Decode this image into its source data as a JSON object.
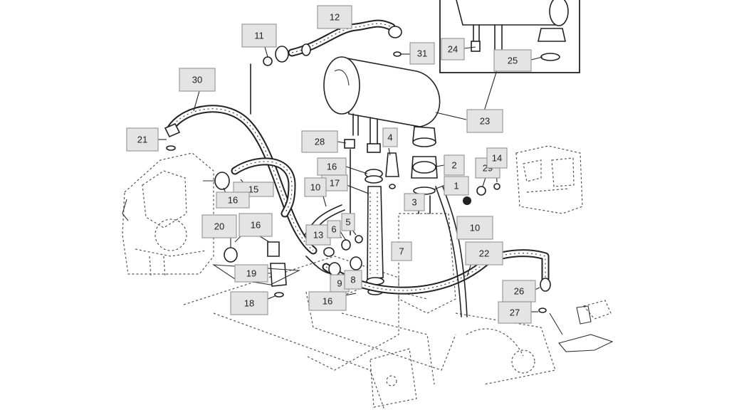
{
  "callouts": [
    {
      "id": "c1",
      "label": "1"
    },
    {
      "id": "c2",
      "label": "2"
    },
    {
      "id": "c3",
      "label": "3"
    },
    {
      "id": "c4",
      "label": "4"
    },
    {
      "id": "c5",
      "label": "5"
    },
    {
      "id": "c6",
      "label": "6"
    },
    {
      "id": "c7",
      "label": "7"
    },
    {
      "id": "c8",
      "label": "8"
    },
    {
      "id": "c9",
      "label": "9"
    },
    {
      "id": "c10a",
      "label": "10"
    },
    {
      "id": "c10b",
      "label": "10"
    },
    {
      "id": "c11",
      "label": "11"
    },
    {
      "id": "c12",
      "label": "12"
    },
    {
      "id": "c13",
      "label": "13"
    },
    {
      "id": "c14",
      "label": "14"
    },
    {
      "id": "c15",
      "label": "15"
    },
    {
      "id": "c16a",
      "label": "16"
    },
    {
      "id": "c16b",
      "label": "16"
    },
    {
      "id": "c16c",
      "label": "16"
    },
    {
      "id": "c16d",
      "label": "16"
    },
    {
      "id": "c17",
      "label": "17"
    },
    {
      "id": "c18",
      "label": "18"
    },
    {
      "id": "c19",
      "label": "19"
    },
    {
      "id": "c20",
      "label": "20"
    },
    {
      "id": "c21",
      "label": "21"
    },
    {
      "id": "c22",
      "label": "22"
    },
    {
      "id": "c23",
      "label": "23"
    },
    {
      "id": "c24",
      "label": "24"
    },
    {
      "id": "c25",
      "label": "25"
    },
    {
      "id": "c26",
      "label": "26"
    },
    {
      "id": "c27",
      "label": "27"
    },
    {
      "id": "c28",
      "label": "28"
    },
    {
      "id": "c29",
      "label": "29"
    },
    {
      "id": "c30",
      "label": "30"
    },
    {
      "id": "c31",
      "label": "31"
    }
  ]
}
